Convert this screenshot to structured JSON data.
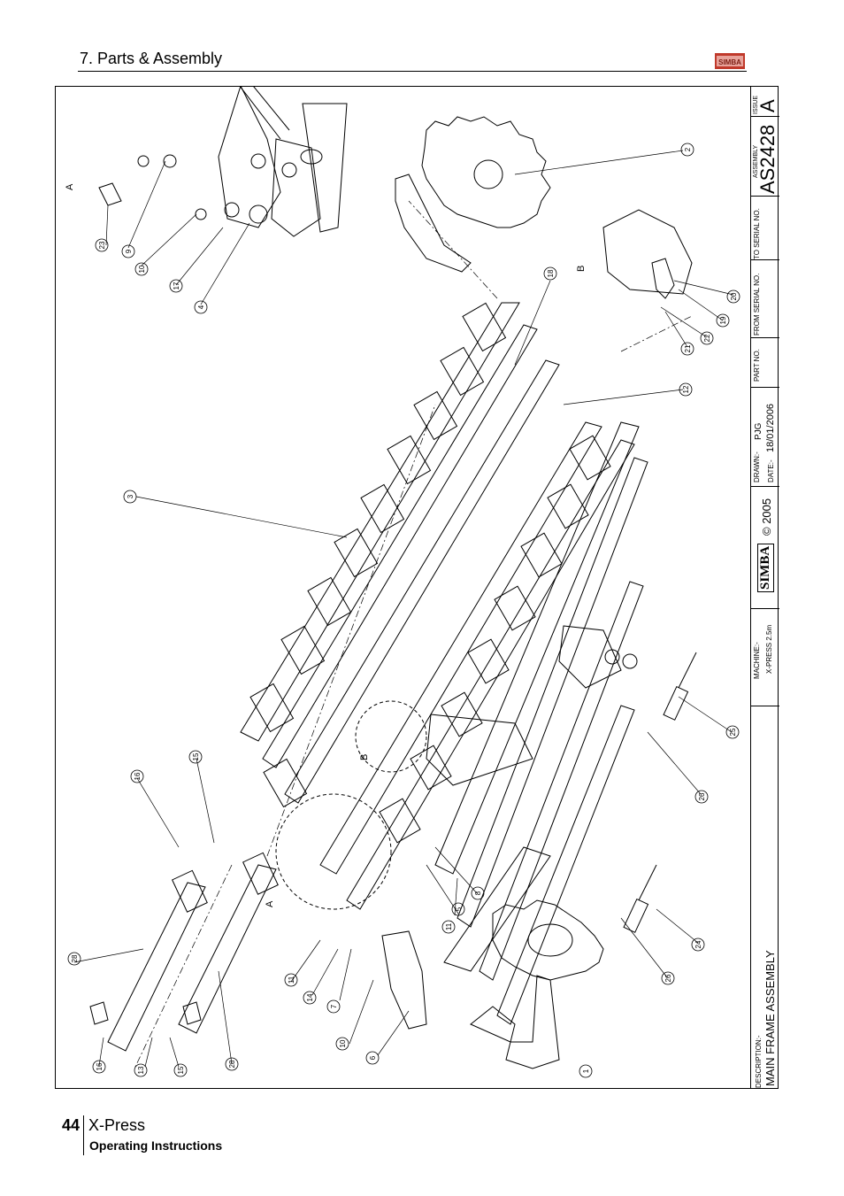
{
  "header": {
    "title": "7. Parts & Assembly",
    "logo_text": "SIMBA"
  },
  "title_block": {
    "issue_label": "ISSUE",
    "issue_value": "A",
    "assembly_label": "ASSEMBLY",
    "assembly_value": "AS2428",
    "to_serial_label": "TO SERIAL NO.",
    "from_serial_label": "FROM SERIAL NO.",
    "part_no_label": "PART NO.",
    "drawn_label": "DRAWN:-",
    "drawn_value": "PJG",
    "date_label": "DATE:-",
    "date_value": "18/01/2006",
    "copyright": "© 2005",
    "logo_text": "SIMBA",
    "machine_label": "MACHINE:-",
    "machine_value": "X-PRESS 2.5m",
    "description_label": "DESCRIPTION:-",
    "description_value": "MAIN FRAME ASSEMBLY"
  },
  "callouts": [
    "1",
    "2",
    "3",
    "4",
    "5",
    "6",
    "7",
    "8",
    "9",
    "10",
    "10",
    "11",
    "11",
    "12",
    "13",
    "14",
    "15",
    "15",
    "16",
    "16",
    "17",
    "18",
    "19",
    "20",
    "21",
    "22",
    "23",
    "24",
    "25",
    "26",
    "26",
    "28",
    "28"
  ],
  "detail_labels": {
    "a": "A",
    "b": "B"
  },
  "footer": {
    "page_number": "44",
    "product": "X-Press",
    "subtitle": "Operating Instructions"
  },
  "colors": {
    "line": "#000000",
    "logo_red": "#c0392b"
  }
}
